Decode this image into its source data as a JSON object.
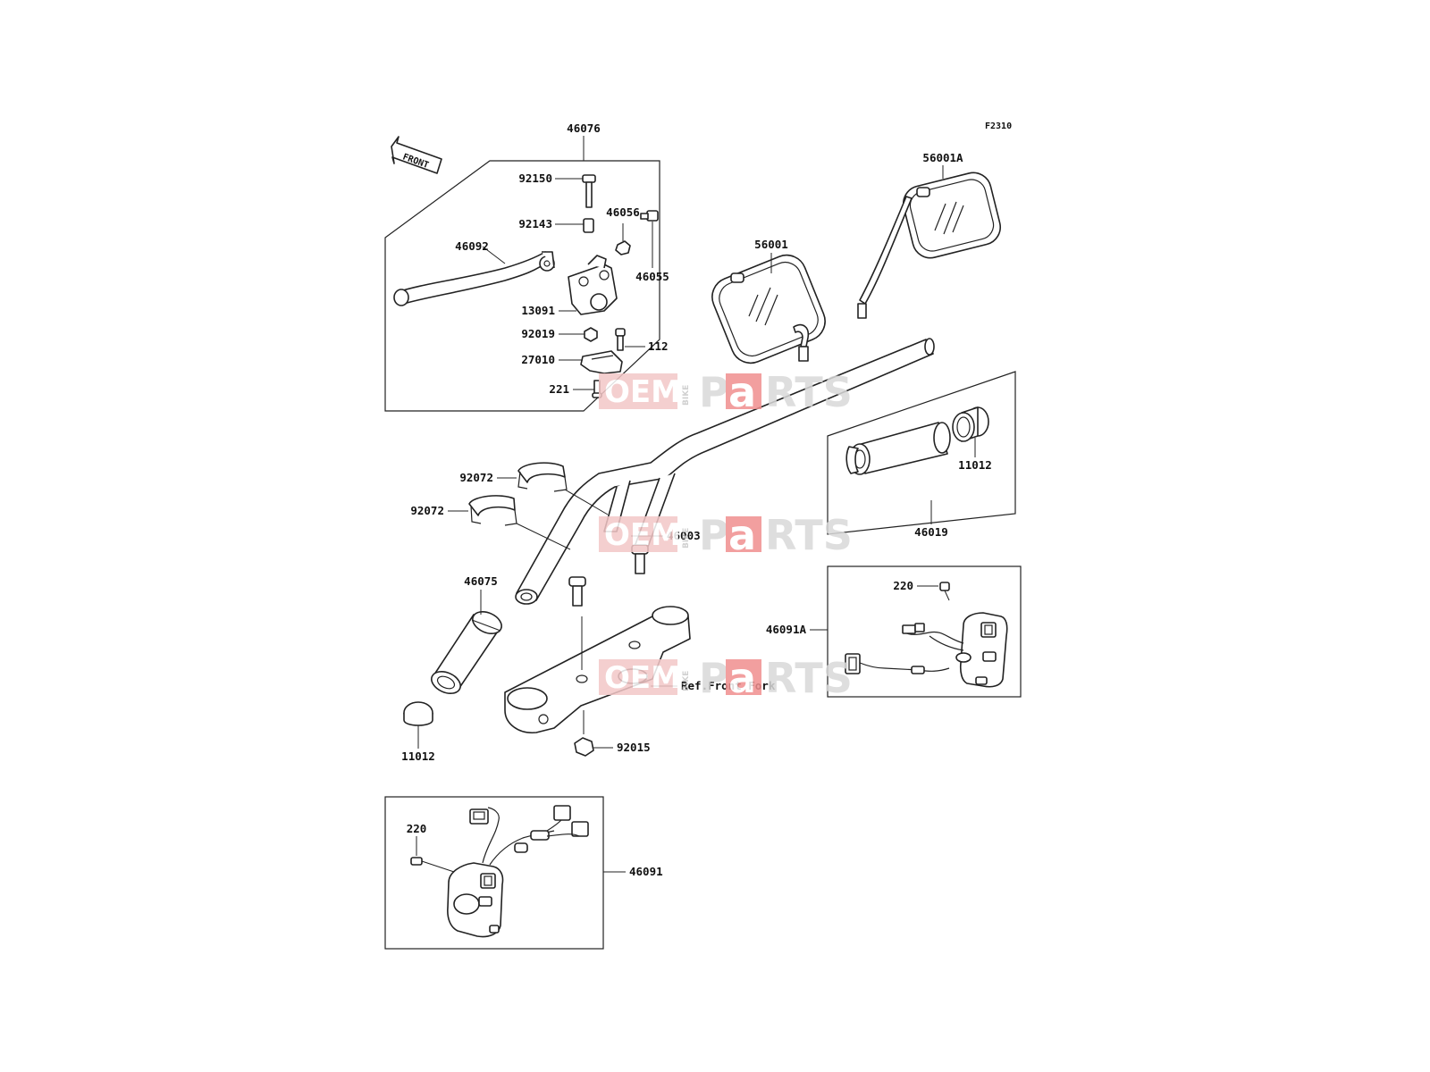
{
  "figure_code": "F2310",
  "front_arrow_label": "FRONT",
  "watermark": {
    "left": "OEM",
    "small": "BIKE",
    "right_a": "P",
    "right_b": "a",
    "right_c": "RTS"
  },
  "ref_front_fork": "Ref.Front Fork",
  "part_labels": {
    "lever_assy": "46076",
    "bolt_top": "92150",
    "collar": "92143",
    "nut_small": "46056",
    "screw_pivot": "46055",
    "lever": "46092",
    "holder": "13091",
    "nut": "92019",
    "bolt_112": "112",
    "switch_27010": "27010",
    "screw_221": "221",
    "mirror_left": "56001",
    "mirror_right": "56001A",
    "clamp_upper": "92072",
    "clamp_lower": "92072",
    "handlebar": "46003",
    "grip_left": "46075",
    "cap_left": "11012",
    "holder_nut": "92015",
    "grip_right": "11012",
    "throttle_grip": "46019",
    "screw_220_right": "220",
    "switch_right": "46091A",
    "screw_220_left": "220",
    "switch_left": "46091"
  }
}
